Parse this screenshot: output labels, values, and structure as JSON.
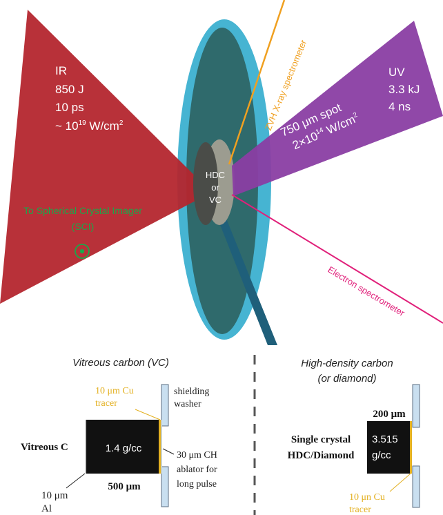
{
  "colors": {
    "ir_beam": "#b4262e",
    "uv_beam": "#8a3ea3",
    "disk_edge": "#46b4d2",
    "disk_face": "#2f6a6c",
    "stalk": "#1f5f7a",
    "zvh_line": "#f0a020",
    "electron_line": "#e0207a",
    "sci": "#1aa84a",
    "cu_tracer": "#e3b020",
    "sample_fill": "#111111",
    "washer_fill": "#c9dff0",
    "washer_edge": "#5b6e82"
  },
  "icons": {
    "sci_marker": "circled-dot-icon"
  },
  "ir": {
    "label": "IR",
    "energy": "850 J",
    "duration": "10 ps",
    "intensity_prefix": "~ 10",
    "intensity_exp": "19",
    "intensity_unit": " W/cm",
    "intensity_unit_exp": "2"
  },
  "uv": {
    "label": "UV",
    "energy": "3.3 kJ",
    "duration": "4 ns",
    "spot": "750 μm spot",
    "intensity_prefix": "2×10",
    "intensity_exp": "14",
    "intensity_unit": " W/cm",
    "intensity_unit_exp": "2"
  },
  "target": {
    "line1": "HDC",
    "line2": "or",
    "line3": "VC"
  },
  "zvh_label": "ZVH X-ray spectrometer",
  "electron_label": "Electron spectrometer",
  "sci": {
    "line1": "To Spherical Crystal Imager",
    "line2": "(SCI)"
  },
  "vc": {
    "title": "Vitreous carbon (VC)",
    "name": "Vitreous C",
    "density": "1.4 g/cc",
    "thickness": "500 μm",
    "cu_line1": "10 μm Cu",
    "cu_line2": "tracer",
    "washer_line1": "shielding",
    "washer_line2": "washer",
    "ch_line1": "30 μm CH",
    "ch_line2": "ablator for",
    "ch_line3": "long pulse",
    "al_line1": "10 μm",
    "al_line2": "Al"
  },
  "hdc": {
    "title_line1": "High-density carbon",
    "title_line2": "(or diamond)",
    "thickness": "200 μm",
    "name_line1": "Single crystal",
    "name_line2": "HDC/Diamond",
    "density_line1": "3.515",
    "density_line2": "g/cc",
    "cu_line1": "10 μn Cu",
    "cu_line2": "tracer"
  }
}
